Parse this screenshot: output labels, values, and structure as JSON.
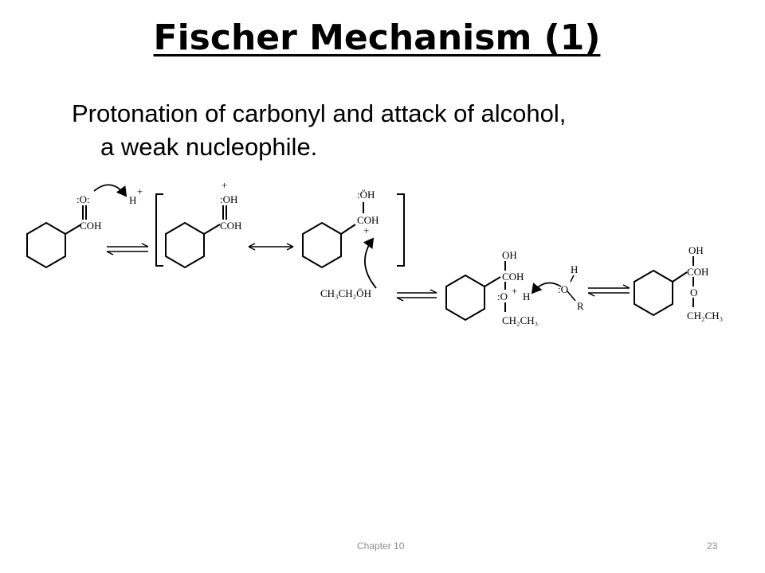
{
  "slide": {
    "title": "Fischer Mechanism (1)",
    "text_line1": "Protonation of carbonyl and attack of alcohol,",
    "text_line2": "a weak nucleophile.",
    "footer_chapter": "Chapter 10",
    "page_number": "23"
  },
  "mechanism": {
    "s1_carbonyl_o": ":O:",
    "s1_acid": "COH",
    "proton": "H",
    "plus": "+",
    "s2_oh": ":OH",
    "s2_acid": "COH",
    "s3_oh": ":ÖH",
    "s3_acid": "COH",
    "ethanol": "CH₃CH₂ÖH",
    "s4_oh": "OH",
    "s4_acid": "COH",
    "s4_o": ":O",
    "s4_h": "H",
    "s4_ethyl": "CH₂CH₃",
    "nuc_h": "H",
    "nuc_o": ":O",
    "nuc_r": "R",
    "s5_oh": "OH",
    "s5_acid": "COH",
    "s5_o": "O",
    "s5_ethyl": "CH₂CH₃"
  }
}
